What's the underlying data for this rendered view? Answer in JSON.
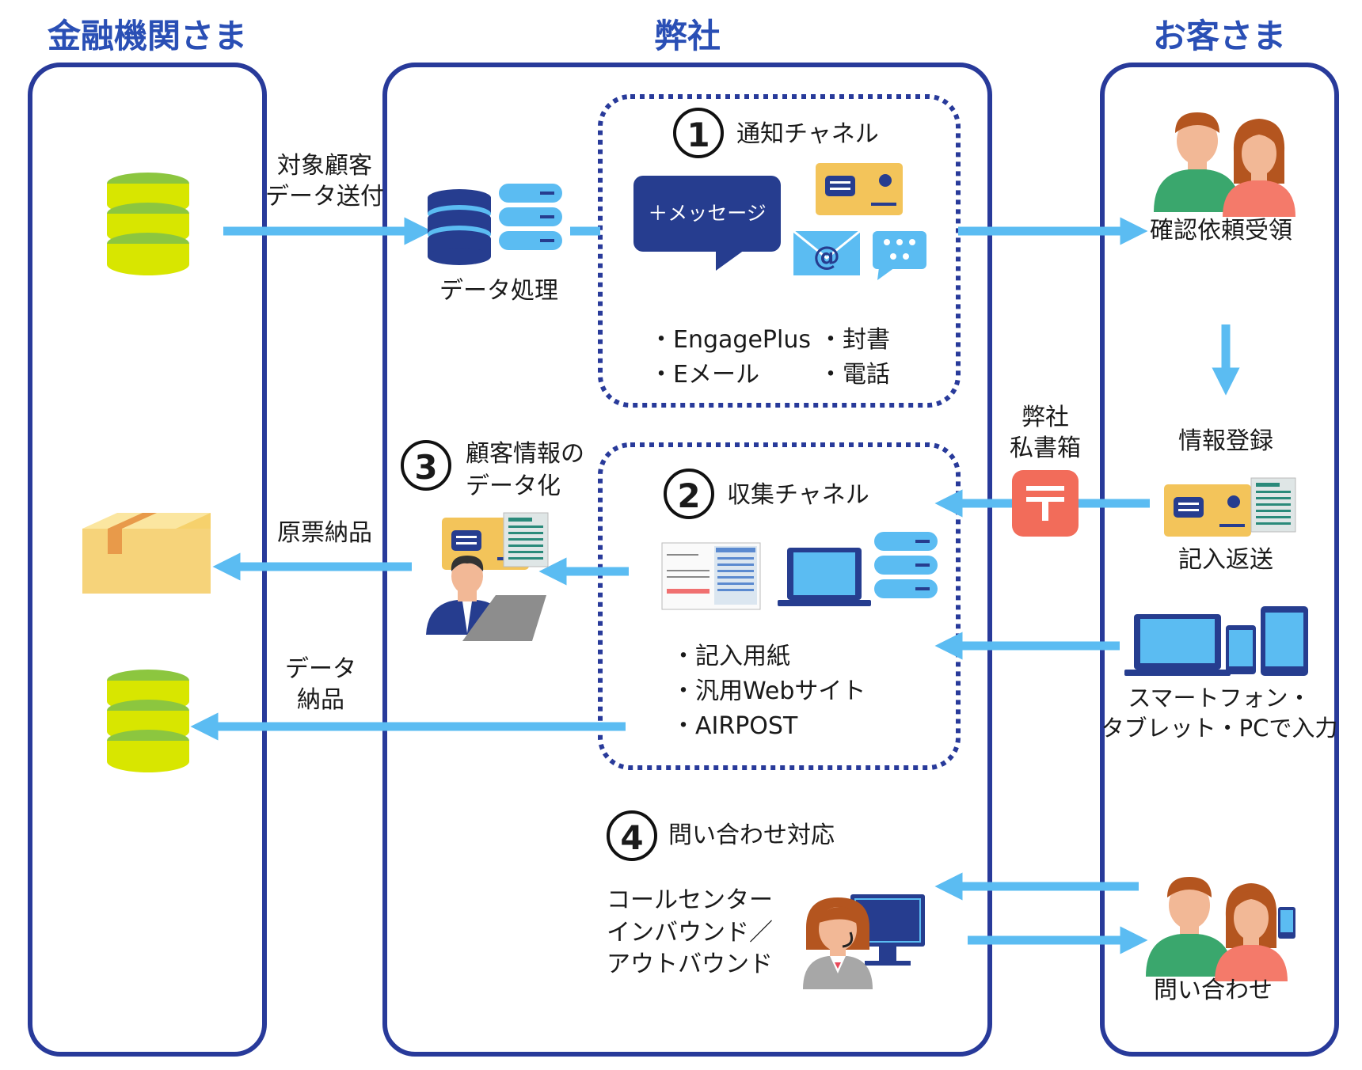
{
  "columns": {
    "left": "金融機関さま",
    "center": "弊社",
    "right": "お客さま"
  },
  "flows": {
    "send_data": [
      "対象顧客",
      "データ送付"
    ],
    "data_processing": "データ処理",
    "confirm_request": "確認依頼受領",
    "info_register": "情報登録",
    "fill_return": "記入返送",
    "po_box": [
      "弊社",
      "私書箱"
    ],
    "device_input": [
      "スマートフォン・",
      "タブレット・PCで入力"
    ],
    "original_delivery": "原票納品",
    "data_delivery": [
      "データ",
      "納品"
    ],
    "inquiry": "問い合わせ"
  },
  "sections": {
    "notify": {
      "number": "1",
      "title": "通知チャネル",
      "message_bubble": "＋メッセージ",
      "items": [
        "・EngagePlus",
        "・封書",
        "・Eメール",
        "・電話"
      ]
    },
    "collect": {
      "number": "2",
      "title": "収集チャネル",
      "items": [
        "・記入用紙",
        "・汎用Webサイト",
        "・AIRPOST"
      ]
    },
    "digitize": {
      "number": "3",
      "title": [
        "顧客情報の",
        "データ化"
      ]
    },
    "support": {
      "number": "4",
      "title": "問い合わせ対応",
      "desc": [
        "コールセンター",
        "インバウンド／",
        "アウトバウンド"
      ]
    }
  },
  "colors": {
    "frame": "#283a9a",
    "arrow": "#5bbcf2",
    "title": "#2a4fb5",
    "db_green": "#8cc63f",
    "db_lime": "#d8e600",
    "navy": "#263d8f",
    "mailbox": "#f26c5a"
  },
  "icons": [
    "database-icon",
    "server-icon",
    "message-bubble-icon",
    "card-icon",
    "mail-icon",
    "chat-icon",
    "couple-icon",
    "form-icon",
    "laptop-icon",
    "box-icon",
    "operator-icon",
    "mailbox-icon",
    "devices-icon",
    "call-center-icon"
  ]
}
